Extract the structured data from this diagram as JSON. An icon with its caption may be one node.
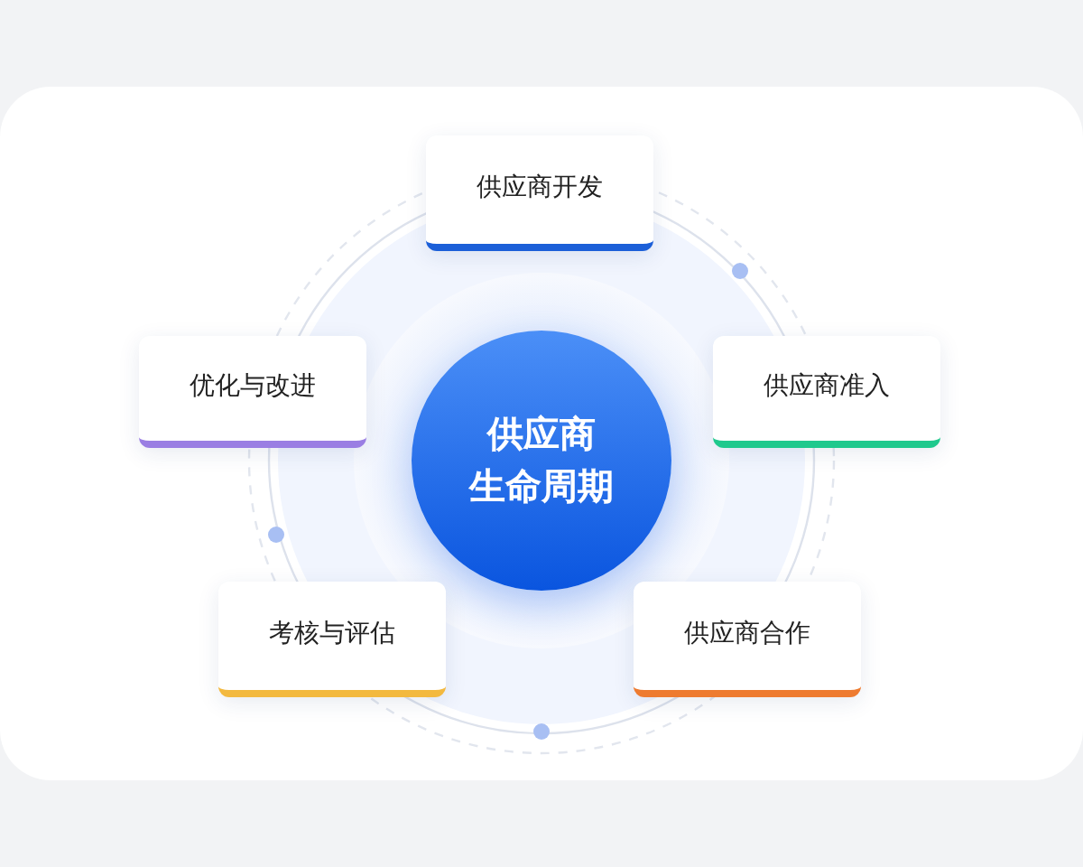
{
  "diagram": {
    "nodes": [
      {
        "text": [
          "供应商开发"
        ]
      },
      {
        "text": [
          "优化与改进"
        ]
      },
      {
        "text": [
          "供应商准入"
        ]
      },
      {
        "text": [
          "供应商生命周期"
        ]
      },
      {
        "text": [
          "考核与评估"
        ]
      },
      {
        "text": [
          "供应商合作"
        ]
      }
    ]
  }
}
